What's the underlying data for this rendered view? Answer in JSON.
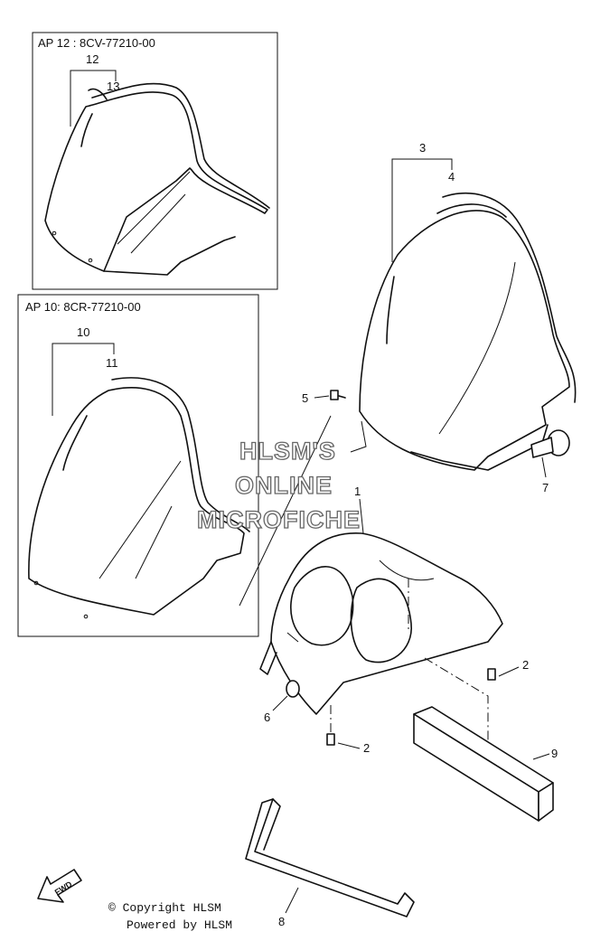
{
  "box_top": {
    "title": "AP 12 : 8CV-77210-00",
    "callouts": [
      "12",
      "13"
    ]
  },
  "box_bottom": {
    "title": "AP 10: 8CR-77210-00",
    "callouts": [
      "10",
      "11"
    ]
  },
  "main_callouts": {
    "windshield_set": "3",
    "trim": "4",
    "bolt_top": "5",
    "mirror": "7",
    "cowling": "1",
    "bolt_right": "2",
    "grommet": "6",
    "bolt_bottom": "2",
    "pad": "9",
    "handle": "8"
  },
  "watermark": {
    "line1": "HLSM'S",
    "line2": "ONLINE",
    "line3": "MICROFICHE"
  },
  "footer": {
    "copyright": "© Copyright HLSM",
    "powered": "Powered by HLSM"
  },
  "fwd_label": "FWD"
}
